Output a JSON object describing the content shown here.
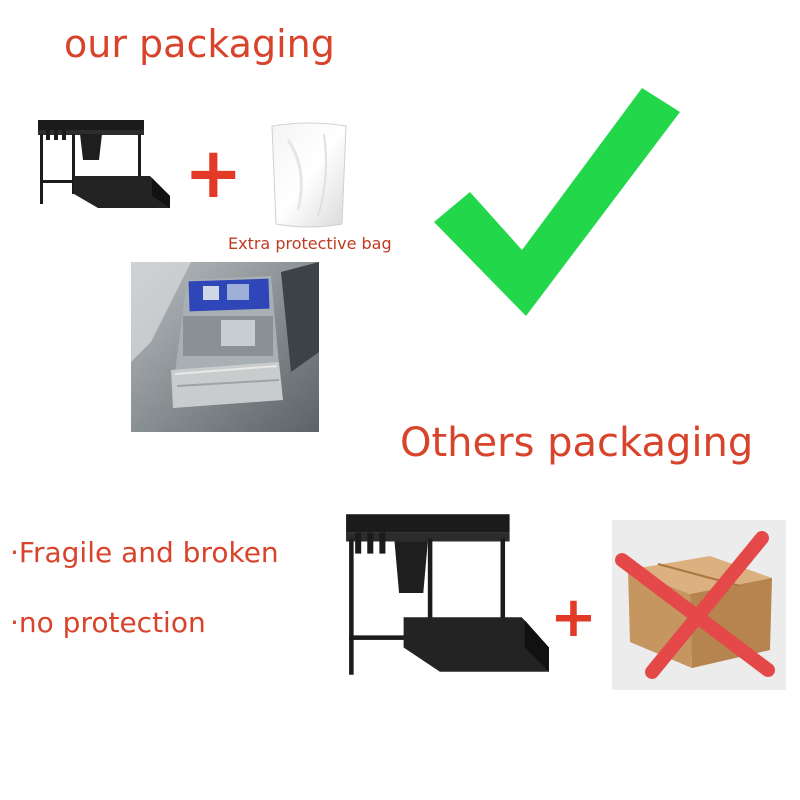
{
  "our_section": {
    "title": "our packaging",
    "bag_caption": "Extra protective bag"
  },
  "others_section": {
    "title": "Others packaging",
    "bullets": [
      "·Fragile and broken",
      "·no protection"
    ]
  },
  "symbols": {
    "plus": "+",
    "plus_second": "+"
  },
  "colors": {
    "title_red": "#d8442b",
    "plus_red": "#e23a26",
    "check_green": "#22d84a",
    "cross_red": "#e54848",
    "box_brown": "#c69661",
    "rack_black": "#1b1b1b"
  },
  "icons": [
    "storage-rack-icon",
    "protective-bag-icon",
    "check-mark-icon",
    "cardboard-box-icon",
    "red-x-icon"
  ]
}
